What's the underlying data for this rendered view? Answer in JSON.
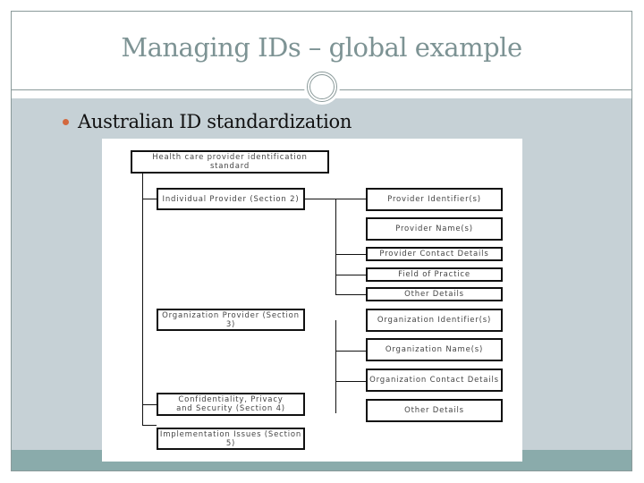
{
  "slide": {
    "title": "Managing IDs – global example",
    "bullet": "Australian ID standardization",
    "colors": {
      "title": "#7d9394",
      "content_band": "#c6d1d6",
      "footer_band": "#8aabab",
      "bullet": "#d3693f",
      "frame": "#8a9a9a"
    }
  },
  "diagram": {
    "root": "Health care provider identification standard",
    "sections": [
      "Individual Provider (Section 2)",
      "Organization Provider (Section 3)",
      "Confidentiality, Privacy\nand Security (Section 4)",
      "Implementation Issues (Section 5)"
    ],
    "individual_details": [
      "Provider Identifier(s)",
      "Provider Name(s)",
      "Provider Contact Details",
      "Field of Practice",
      "Other Details"
    ],
    "organization_details": [
      "Organization Identifier(s)",
      "Organization Name(s)",
      "Organization Contact Details",
      "Other Details"
    ]
  }
}
